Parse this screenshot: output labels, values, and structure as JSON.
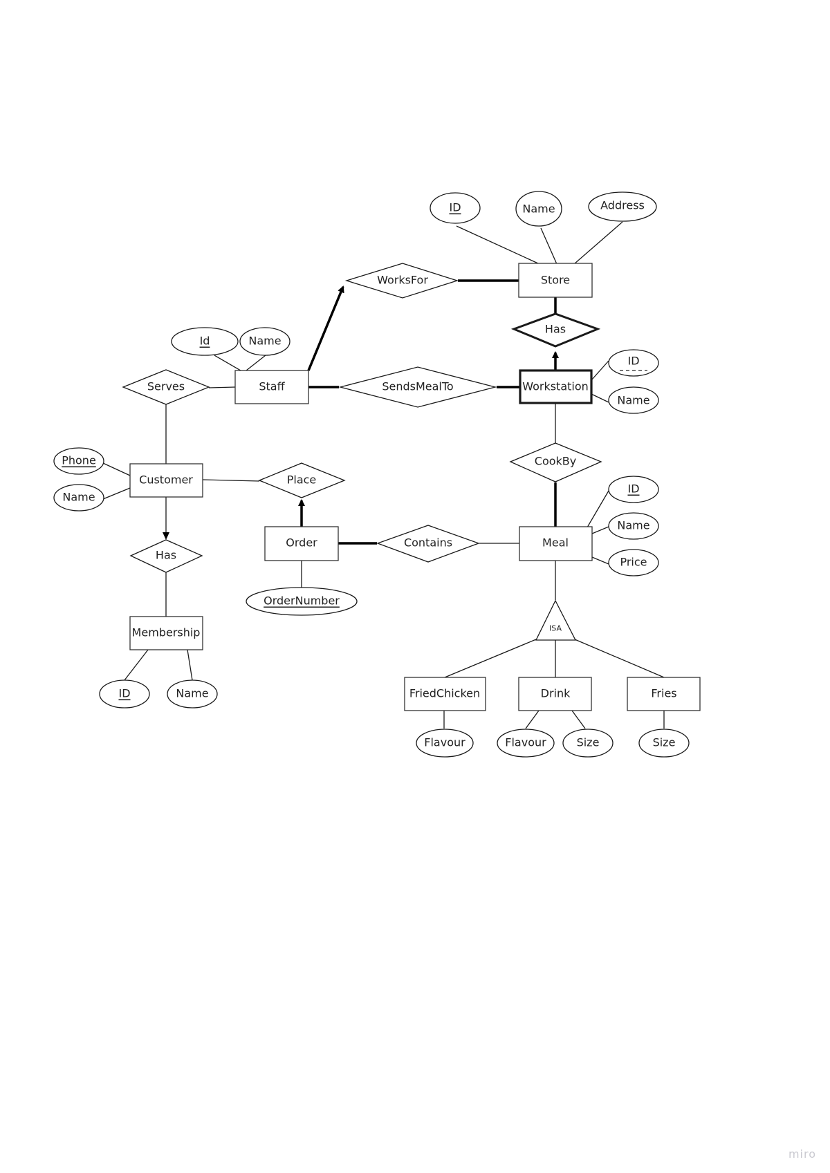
{
  "diagram": {
    "type": "ER diagram",
    "watermark": "miro",
    "entities": {
      "store": {
        "label": "Store",
        "attrs": [
          {
            "label": "ID",
            "key": true
          },
          {
            "label": "Name"
          },
          {
            "label": "Address"
          }
        ]
      },
      "staff": {
        "label": "Staff",
        "attrs": [
          {
            "label": "Id",
            "key": true
          },
          {
            "label": "Name"
          }
        ]
      },
      "workstation": {
        "label": "Workstation",
        "weak": true,
        "attrs": [
          {
            "label": "ID",
            "partial_key": true
          },
          {
            "label": "Name"
          }
        ]
      },
      "customer": {
        "label": "Customer",
        "attrs": [
          {
            "label": "Phone",
            "key": true
          },
          {
            "label": "Name"
          }
        ]
      },
      "membership": {
        "label": "Membership",
        "attrs": [
          {
            "label": "ID",
            "key": true
          },
          {
            "label": "Name"
          }
        ]
      },
      "order": {
        "label": "Order",
        "attrs": [
          {
            "label": "OrderNumber",
            "key": true
          }
        ]
      },
      "meal": {
        "label": "Meal",
        "attrs": [
          {
            "label": "ID",
            "key": true
          },
          {
            "label": "Name"
          },
          {
            "label": "Price"
          }
        ]
      },
      "friedchicken": {
        "label": "FriedChicken",
        "attrs": [
          {
            "label": "Flavour"
          }
        ]
      },
      "drink": {
        "label": "Drink",
        "attrs": [
          {
            "label": "Flavour"
          },
          {
            "label": "Size"
          }
        ]
      },
      "fries": {
        "label": "Fries",
        "attrs": [
          {
            "label": "Size"
          }
        ]
      }
    },
    "relationships": {
      "worksfor": {
        "label": "WorksFor"
      },
      "store_has": {
        "label": "Has",
        "identifying": true
      },
      "serves": {
        "label": "Serves"
      },
      "sendsmealto": {
        "label": "SendsMealTo"
      },
      "cookby": {
        "label": "CookBy"
      },
      "place": {
        "label": "Place"
      },
      "customer_has": {
        "label": "Has"
      },
      "contains": {
        "label": "Contains"
      }
    },
    "isa": {
      "label": "ISA"
    }
  }
}
